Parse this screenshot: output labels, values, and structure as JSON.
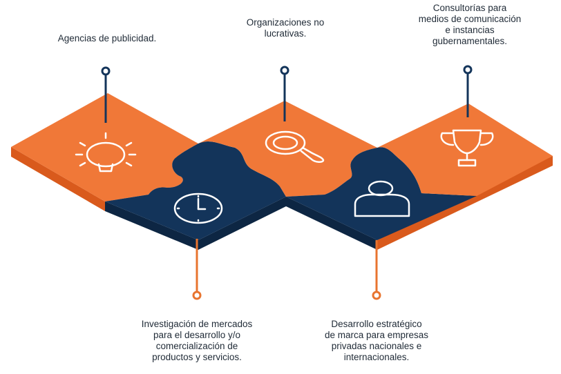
{
  "colors": {
    "orange_top": "#f07838",
    "orange_side": "#d95a1c",
    "navy_top": "#13345a",
    "navy_side": "#0d2643",
    "orange_connector": "#e8742f",
    "navy_connector": "#13345a",
    "icon_stroke": "#ffffff"
  },
  "labels": {
    "advertising": "Agencias de publicidad.",
    "nonprofits": "Organizaciones no\nlucrativas.",
    "consultancies": "Consultorías para\nmedios de comunicación\ne instancias\ngubernamentales.",
    "market_research": "Investigación de mercados\npara el desarrollo y/o\ncomercialización de\nproductos y servicios.",
    "brand_strategy": "Desarrollo estratégico\nde marca para empresas\nprivadas nacionales e\ninternacionales."
  },
  "icons": {
    "advertising": "lightbulb-icon",
    "market_research": "clock-icon",
    "nonprofits": "magnifier-icon",
    "brand_strategy": "user-icon",
    "consultancies": "trophy-icon"
  }
}
